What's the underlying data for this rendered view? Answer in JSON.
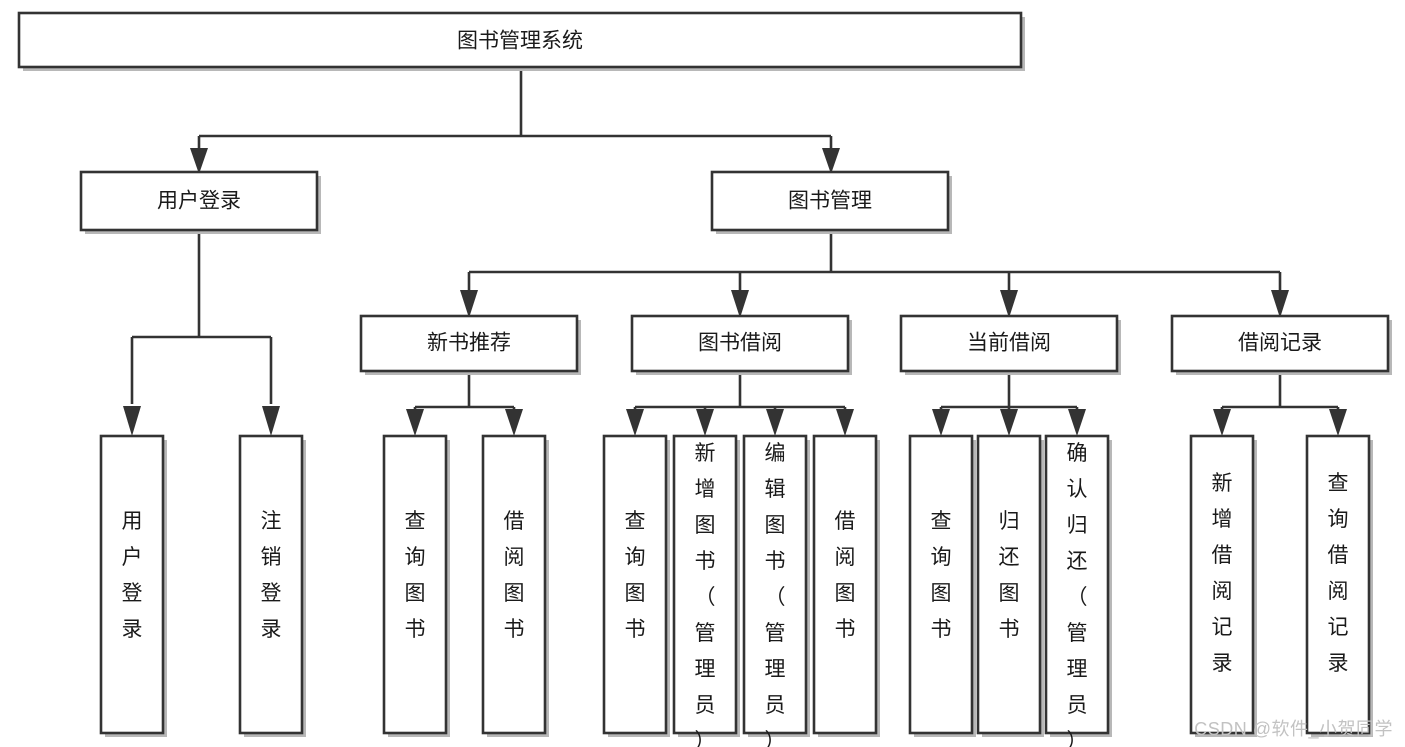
{
  "diagram": {
    "title": "图书管理系统",
    "type": "hierarchy-tree",
    "orientation": "top-down",
    "levels": 4,
    "root": {
      "label": "图书管理系统"
    },
    "level2": [
      {
        "label": "用户登录"
      },
      {
        "label": "图书管理"
      }
    ],
    "level3": [
      {
        "label": "新书推荐"
      },
      {
        "label": "图书借阅"
      },
      {
        "label": "当前借阅"
      },
      {
        "label": "借阅记录"
      }
    ],
    "leaves": {
      "user_login": [
        {
          "label": "用户登录"
        },
        {
          "label": "注销登录"
        }
      ],
      "new_book_recommend": [
        {
          "label": "查询图书"
        },
        {
          "label": "借阅图书"
        }
      ],
      "book_borrow": [
        {
          "label": "查询图书"
        },
        {
          "label": "新增图书（管理员）"
        },
        {
          "label": "编辑图书（管理员）"
        },
        {
          "label": "借阅图书"
        }
      ],
      "current_borrow": [
        {
          "label": "查询图书"
        },
        {
          "label": "归还图书"
        },
        {
          "label": "确认归还（管理员）"
        }
      ],
      "borrow_record": [
        {
          "label": "新增借阅记录"
        },
        {
          "label": "查询借阅记录"
        }
      ]
    }
  },
  "watermark": {
    "text": "CSDN @软件_小贺同学"
  },
  "colors": {
    "box_stroke": "#333333",
    "box_fill": "#ffffff",
    "text": "#1a1a1a",
    "shadow": "#b8b8b8",
    "watermark": "#c2c2c2",
    "background": "#ffffff"
  }
}
